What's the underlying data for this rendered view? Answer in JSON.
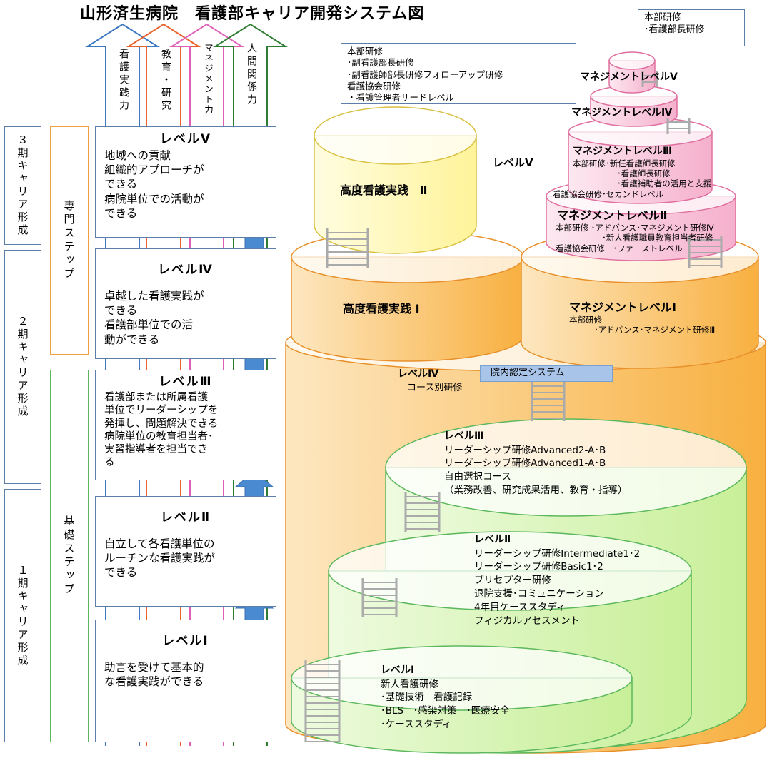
{
  "title": "山形済生病院　看護部キャリア開発システム図",
  "colors": {
    "blue": "#3a78c2",
    "orange": "#e8632a",
    "pink": "#e060b8",
    "green": "#2e7d32",
    "box_border": "#5b7fa8",
    "up_arrow": "#4a8ad0",
    "cylinder_orange": "#f8b040",
    "cylinder_yellow": "#fff9a8",
    "cylinder_pink": "#f8c0d8",
    "cylinder_green": "#d8f5b0",
    "ladder": "#aaaaaa"
  },
  "ability_arrows": [
    {
      "label": "看護実践力",
      "color": "#3a78c2"
    },
    {
      "label": "教育・研究",
      "color": "#e8632a"
    },
    {
      "label": "マネジメント力",
      "color": "#e060b8"
    },
    {
      "label": "人間関係力",
      "color": "#2e7d32"
    }
  ],
  "career_periods": [
    "３期キャリア形成",
    "２期キャリア形成",
    "１期キャリア形成"
  ],
  "steps": [
    {
      "label": "専門ステップ",
      "color": "#f0a040"
    },
    {
      "label": "基礎ステップ",
      "color": "#5cb85c"
    }
  ],
  "levels": [
    {
      "title": "レベルⅤ",
      "lines": [
        "地域への貢献",
        "組織的アプローチが",
        "できる",
        "病院単位での活動が",
        "できる"
      ]
    },
    {
      "title": "レベルⅣ",
      "lines": [
        "卓越した看護実践が",
        "できる",
        "看護部単位での活",
        "動ができる"
      ]
    },
    {
      "title": "レベルⅢ",
      "lines": [
        "看護部または所属看護",
        "単位でリーダーシップを",
        "発揮し、問題解決できる",
        "病院単位の教育担当者･",
        "実習指導者を担当でき",
        "る"
      ]
    },
    {
      "title": "レベルⅡ",
      "lines": [
        "自立して各看護単位の",
        "ルーチンな看護実践が",
        "できる"
      ]
    },
    {
      "title": "レベルⅠ",
      "lines": [
        "助言を受けて基本的",
        "な看護実践ができる"
      ]
    }
  ],
  "top_note": {
    "lines": [
      "本部研修",
      "･副看護部長研修",
      "･副看護師部長研修フォローアップ研修",
      "看護協会研修",
      "・看護管理者サードレベル"
    ]
  },
  "top_right_note": {
    "lines": [
      "本部研修",
      "･看護部長研修"
    ]
  },
  "management": {
    "m5": "マネジメントレベルⅤ",
    "m4": "マネジメントレベルⅣ",
    "m3": {
      "title": "マネジメントレベルⅢ",
      "lines": [
        "本部研修･新任看護師長研修",
        "･看護師長研修",
        "･看護補助者の活用と支援",
        "看護協会研修･セカンドレベル"
      ]
    },
    "m2": {
      "title": "マネジメントレベルⅡ",
      "lines": [
        "本部研修 ･アドバンス･マネジメント研修Ⅳ",
        "･新人看護職員教育担当者研修",
        "看護協会研修　･ファーストレベル"
      ]
    },
    "m1": {
      "title": "マネジメントレベルⅠ",
      "lines": [
        "本部研修",
        "･アドバンス･マネジメント研修Ⅲ"
      ]
    }
  },
  "level5_label": "レベルⅤ",
  "advanced2": "高度看護実践　Ⅱ",
  "advanced1": "高度看護実践 Ⅰ",
  "level4": {
    "title": "レベルⅣ",
    "sub": "コース別研修",
    "badge": "院内認定システム"
  },
  "green_levels": [
    {
      "title": "レベルⅢ",
      "lines": [
        "リーダーシップ研修Advanced2-A･B",
        "リーダーシップ研修Advanced1-A･B",
        "自由選択コース",
        "（業務改善、研究成果活用、教育・指導）"
      ]
    },
    {
      "title": "レベルⅡ",
      "lines": [
        "リーダーシップ研修Intermediate1･2",
        "リーダーシップ研修Basic1･2",
        "プリセプター研修",
        "退院支援･コミュニケーション",
        "4年目ケーススタディ",
        "フィジカルアセスメント"
      ]
    },
    {
      "title": "レベルⅠ",
      "lines": [
        "新人看護研修",
        "･基礎技術　看護記録",
        "･BLS　･感染対策　･医療安全",
        "･ケーススタディ"
      ]
    }
  ]
}
